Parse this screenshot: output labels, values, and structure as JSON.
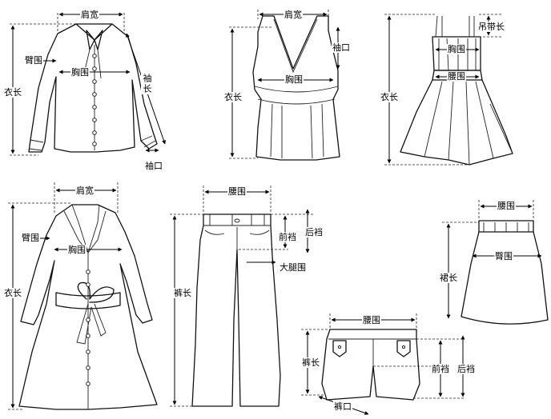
{
  "labels": {
    "shoulder_width": "肩宽",
    "sleeve_length": "袖长",
    "sleeve_cuff": "袖口",
    "upper_arm": "臂围",
    "chest": "胸围",
    "garment_length": "衣长",
    "waist": "腰围",
    "strap_length": "吊带长",
    "pants_length": "裤长",
    "front_rise": "前裆",
    "back_rise": "后裆",
    "thigh": "大腿围",
    "hip": "臀围",
    "skirt_length": "裙长",
    "hem_opening": "裤口"
  }
}
